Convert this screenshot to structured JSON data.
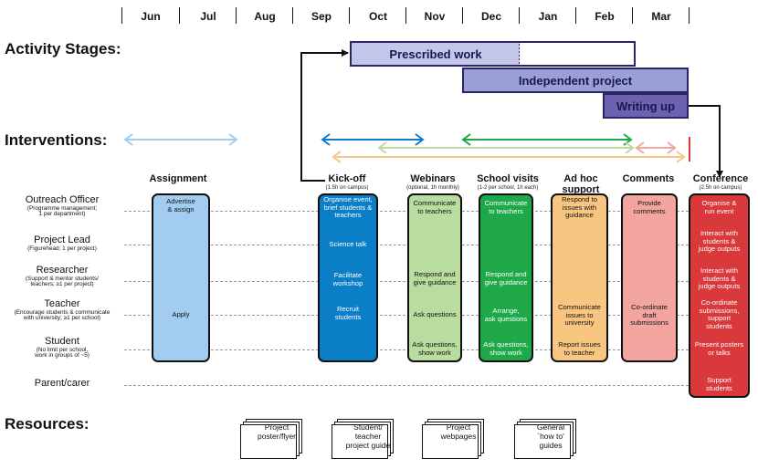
{
  "months": [
    "Jun",
    "Jul",
    "Aug",
    "Sep",
    "Oct",
    "Nov",
    "Dec",
    "Jan",
    "Feb",
    "Mar"
  ],
  "sections": {
    "activity_stages": "Activity Stages:",
    "interventions": "Interventions:",
    "resources": "Resources:"
  },
  "stages": {
    "prescribed": "Prescribed work",
    "independent": "Independent project",
    "writing": "Writing up"
  },
  "stage_colors": {
    "prescribed": "#cdd0ec",
    "independent": "#9aa0d4",
    "writing": "#6b63b0"
  },
  "roles": [
    {
      "name": "Outreach Officer",
      "sub": "(Programme management;\n1 per department)"
    },
    {
      "name": "Project Lead",
      "sub": "(Figurehead; 1 per project)"
    },
    {
      "name": "Researcher",
      "sub": "(Support & mentor students/\nteachers; ≥1 per project)"
    },
    {
      "name": "Teacher",
      "sub": "(Encourage students & communicate\nwith university; ≥1 per school)"
    },
    {
      "name": "Student",
      "sub": "(No limit per school,\nwork in groups of ~5)"
    },
    {
      "name": "Parent/carer",
      "sub": ""
    }
  ],
  "columns": {
    "assignment": {
      "title": "Assignment",
      "sub": "",
      "color": "#a3cdf0",
      "cells": {
        "outreach": "Advertise\n& assign",
        "teacher": "Apply"
      }
    },
    "kickoff": {
      "title": "Kick-off",
      "sub": "(1.5h on campus)",
      "color": "#0a7ec6",
      "cells": {
        "outreach": "Organise event,\nbrief students &\nteachers",
        "lead": "Science talk",
        "researcher": "Facilitate\nworkshop",
        "teacher": "Recruit\nstudents"
      }
    },
    "webinars": {
      "title": "Webinars",
      "sub": "(optional, 1h monthly)",
      "color": "#b9dca0",
      "cells": {
        "outreach": "Communicate\nto teachers",
        "researcher": "Respond and\ngive guidance",
        "teacher": "Ask questions",
        "student": "Ask questions,\nshow work"
      }
    },
    "visits": {
      "title": "School visits",
      "sub": "(1-2 per school, 1h each)",
      "color": "#1fa84a",
      "cells": {
        "outreach": "Communicate\nto teachers",
        "researcher": "Respond and\ngive guidance",
        "teacher": "Arrange,\nask questions",
        "student": "Ask questions,\nshow work"
      }
    },
    "adhoc": {
      "title": "Ad hoc\nsupport",
      "sub": "",
      "color": "#f9c682",
      "cells": {
        "outreach": "Respond to\nissues with\nguidance",
        "teacher": "Communicate\nissues to\nuniversity",
        "student": "Report issues\nto teacher"
      }
    },
    "comments": {
      "title": "Comments",
      "sub": "",
      "color": "#f3a5a0",
      "cells": {
        "outreach": "Provide\ncomments",
        "teacher": "Co-ordinate\ndraft\nsubmissions"
      }
    },
    "conference": {
      "title": "Conference",
      "sub": "(2.5h on campus)",
      "color": "#d9393a",
      "cells": {
        "outreach": "Organise &\nrun event",
        "lead": "Interact with\nstudents &\njudge outputs",
        "researcher": "Interact with\nstudents &\njudge outputs",
        "teacher": "Co-ordinate\nsubmissions,\nsupport\nstudents",
        "student": "Present posters\nor talks",
        "parent": "Support\nstudents"
      }
    }
  },
  "resources": [
    "Project\nposter/flyer",
    "Student/\nteacher\nproject guide",
    "Project\nwebpages",
    "General\n`how to'\nguides"
  ]
}
